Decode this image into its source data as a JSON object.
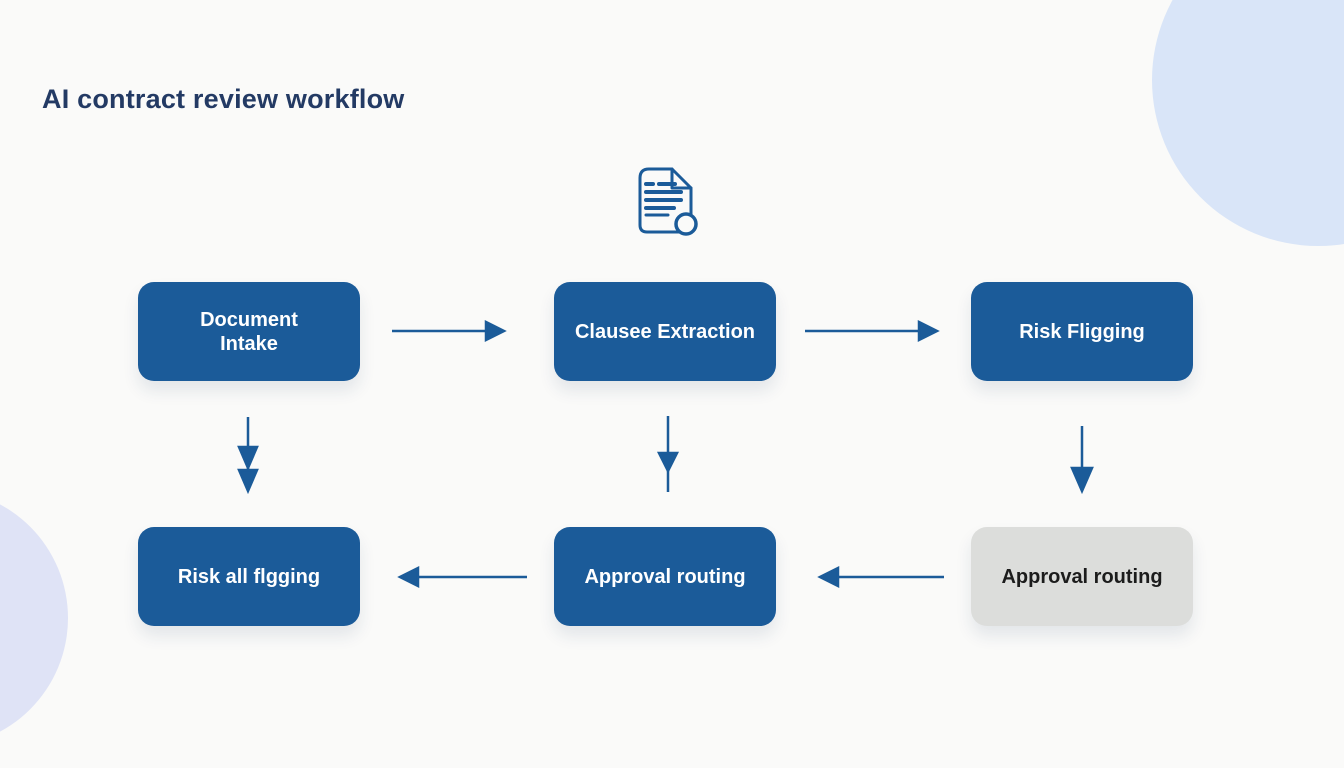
{
  "page": {
    "title": "AI contract review workflow"
  },
  "icon": {
    "name": "document-search-icon"
  },
  "nodes": [
    {
      "id": "document-intake",
      "label": "Document\nIntake",
      "variant": "blue"
    },
    {
      "id": "clause-extraction",
      "label": "Clausee Extraction",
      "variant": "blue"
    },
    {
      "id": "risk-flagging",
      "label": "Risk Fligging",
      "variant": "blue"
    },
    {
      "id": "risk-all-flagging",
      "label": "Risk all flgging",
      "variant": "blue"
    },
    {
      "id": "approval-routing",
      "label": "Approval routing",
      "variant": "blue"
    },
    {
      "id": "approval-routing-final",
      "label": "Approval routing",
      "variant": "gray"
    }
  ],
  "edges": [
    {
      "from": "document-intake",
      "to": "clause-extraction",
      "direction": "right"
    },
    {
      "from": "clause-extraction",
      "to": "risk-flagging",
      "direction": "right"
    },
    {
      "from": "document-intake",
      "to": "risk-all-flagging",
      "direction": "down"
    },
    {
      "from": "clause-extraction",
      "to": "approval-routing",
      "direction": "down"
    },
    {
      "from": "risk-flagging",
      "to": "approval-routing-final",
      "direction": "down"
    },
    {
      "from": "approval-routing",
      "to": "risk-all-flagging",
      "direction": "left"
    },
    {
      "from": "approval-routing-final",
      "to": "approval-routing",
      "direction": "left"
    }
  ],
  "colors": {
    "node_blue": "#1b5b99",
    "node_gray": "#dcdddb",
    "arrow": "#1b5b99",
    "title": "#233a64",
    "background": "#fafaf9",
    "accent_circle_top_right": "#d9e5f8",
    "accent_circle_bottom_left": "#dfe3f6"
  }
}
